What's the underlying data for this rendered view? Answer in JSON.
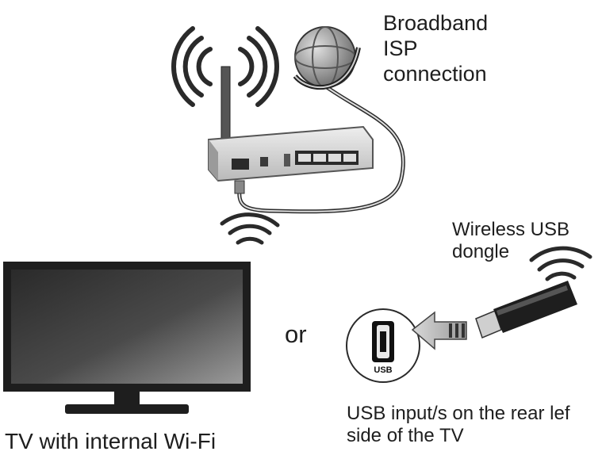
{
  "labels": {
    "isp_connection": "Broadband\nISP\nconnection",
    "wireless_usb_dongle": "Wireless USB\ndongle",
    "or_separator": "or",
    "usb_input": "USB input/s on the rear lef\nside of the TV",
    "tv_internal_wifi": "TV with internal Wi-Fi",
    "usb_port_marking": "USB"
  },
  "icons": [
    "router-icon",
    "globe-icon",
    "tv-icon",
    "usb-dongle-icon",
    "usb-port-icon",
    "wifi-waves-icon",
    "arrow-icon"
  ]
}
